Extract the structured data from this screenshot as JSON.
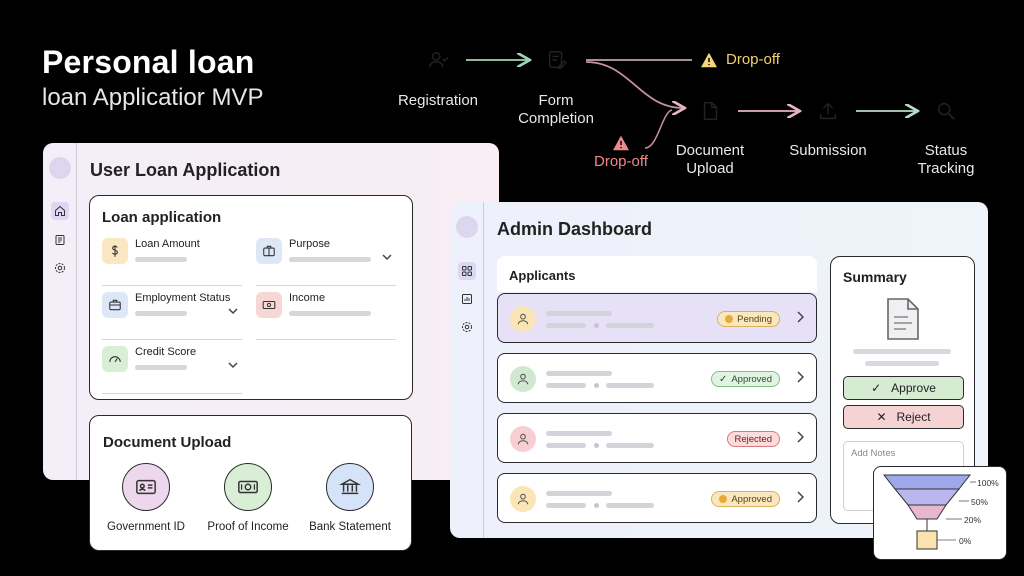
{
  "header": {
    "title": "Personal loan",
    "subtitle": "loan Applicatior MVP"
  },
  "flow": {
    "steps": [
      {
        "label": "Registration",
        "icon": "user-check-icon",
        "color": "#cfe8cf"
      },
      {
        "label": "Form\nCompletion",
        "icon": "form-edit-icon",
        "color": "#dcd6f4"
      },
      {
        "label": "Document\nUpload",
        "icon": "document-icon",
        "color": "#f7cfd3"
      },
      {
        "label": "Submission",
        "icon": "upload-icon",
        "color": "#cfe2f6"
      },
      {
        "label": "Status\nTracking",
        "icon": "search-icon",
        "color": "#f7e3ba"
      }
    ],
    "dropoff_top": "Drop-off",
    "dropoff_bottom": "Drop-off",
    "dropoff_top_color": "#f2d06b",
    "dropoff_bottom_color": "#f08a8a"
  },
  "user_panel": {
    "title": "User Loan Application",
    "loan_card": {
      "title": "Loan application",
      "fields": [
        {
          "label": "Loan Amount",
          "icon": "dollar-icon"
        },
        {
          "label": "Purpose",
          "icon": "briefcase-icon"
        },
        {
          "label": "Employment Status",
          "icon": "suitcase-icon"
        },
        {
          "label": "Income",
          "icon": "cash-icon"
        },
        {
          "label": "Credit Score",
          "icon": "gauge-icon"
        }
      ]
    },
    "doc_card": {
      "title": "Document Upload",
      "docs": [
        {
          "label": "Government ID",
          "icon": "id-card-icon",
          "color": "#ecd7ec"
        },
        {
          "label": "Proof of Income",
          "icon": "money-icon",
          "color": "#d8efd6"
        },
        {
          "label": "Bank Statement",
          "icon": "bank-icon",
          "color": "#d4e3f7"
        }
      ]
    }
  },
  "admin_panel": {
    "title": "Admin Dashboard",
    "applicants_title": "Applicants",
    "applicants": [
      {
        "status": "Pending",
        "avatar_color": "#fbe4b6"
      },
      {
        "status": "Approved",
        "avatar_color": "#cfe8cf"
      },
      {
        "status": "Rejected",
        "avatar_color": "#f7cfd3"
      },
      {
        "status": "Approved",
        "avatar_color": "#fbe4b6"
      }
    ],
    "summary": {
      "title": "Summary",
      "approve": "Approve",
      "reject": "Reject",
      "notes_placeholder": "Add Notes"
    }
  },
  "funnel": {
    "labels": [
      "100%",
      "50%",
      "20%",
      "0%"
    ]
  }
}
